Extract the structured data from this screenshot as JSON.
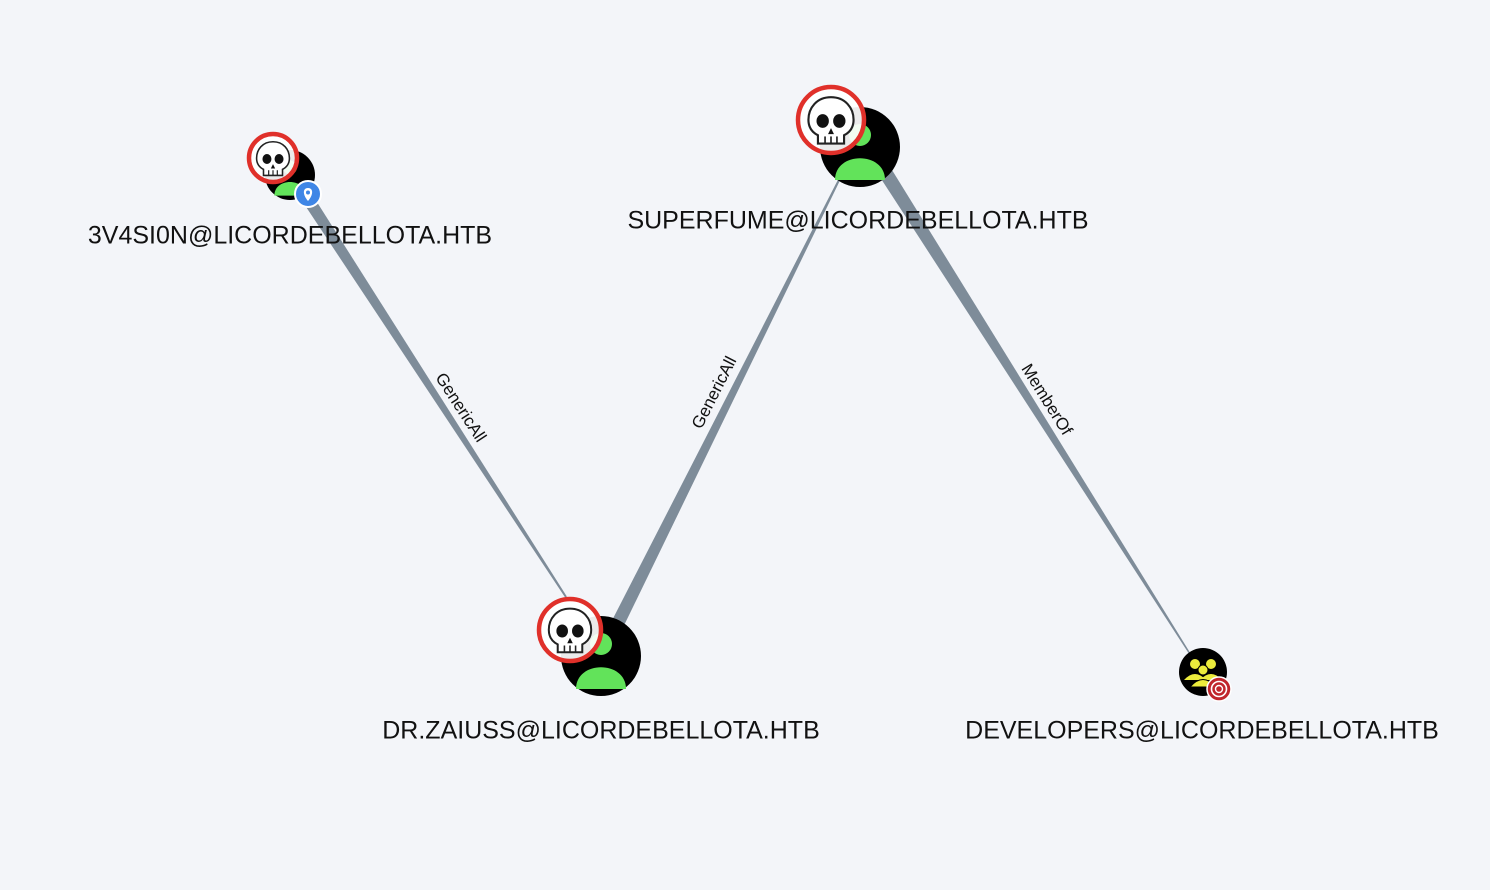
{
  "colors": {
    "background": "#f3f5f9",
    "edge": "#7e8c99",
    "user_icon": "#62e35a",
    "group_icon": "#ecec3c",
    "node_fill": "#000000",
    "owned_ring": "#e0302a",
    "start_badge": "#3f86e6",
    "target_badge": "#c0262c"
  },
  "nodes": [
    {
      "id": "3v4si0n",
      "label": "3V4SI0N@LICORDEBELLOTA.HTB",
      "type": "user",
      "icon": "user-icon",
      "owned": true,
      "badge": "location-pin-icon"
    },
    {
      "id": "superfume",
      "label": "SUPERFUME@LICORDEBELLOTA.HTB",
      "type": "user",
      "icon": "user-icon",
      "owned": true,
      "badge": ""
    },
    {
      "id": "drzaiuss",
      "label": "DR.ZAIUSS@LICORDEBELLOTA.HTB",
      "type": "user",
      "icon": "user-icon",
      "owned": true,
      "badge": ""
    },
    {
      "id": "developers",
      "label": "DEVELOPERS@LICORDEBELLOTA.HTB",
      "type": "group",
      "icon": "group-icon",
      "owned": false,
      "badge": "target-icon"
    }
  ],
  "edges": [
    {
      "source": "3v4si0n",
      "target": "drzaiuss",
      "label": "GenericAll"
    },
    {
      "source": "drzaiuss",
      "target": "superfume",
      "label": "GenericAll"
    },
    {
      "source": "superfume",
      "target": "developers",
      "label": "MemberOf"
    }
  ]
}
